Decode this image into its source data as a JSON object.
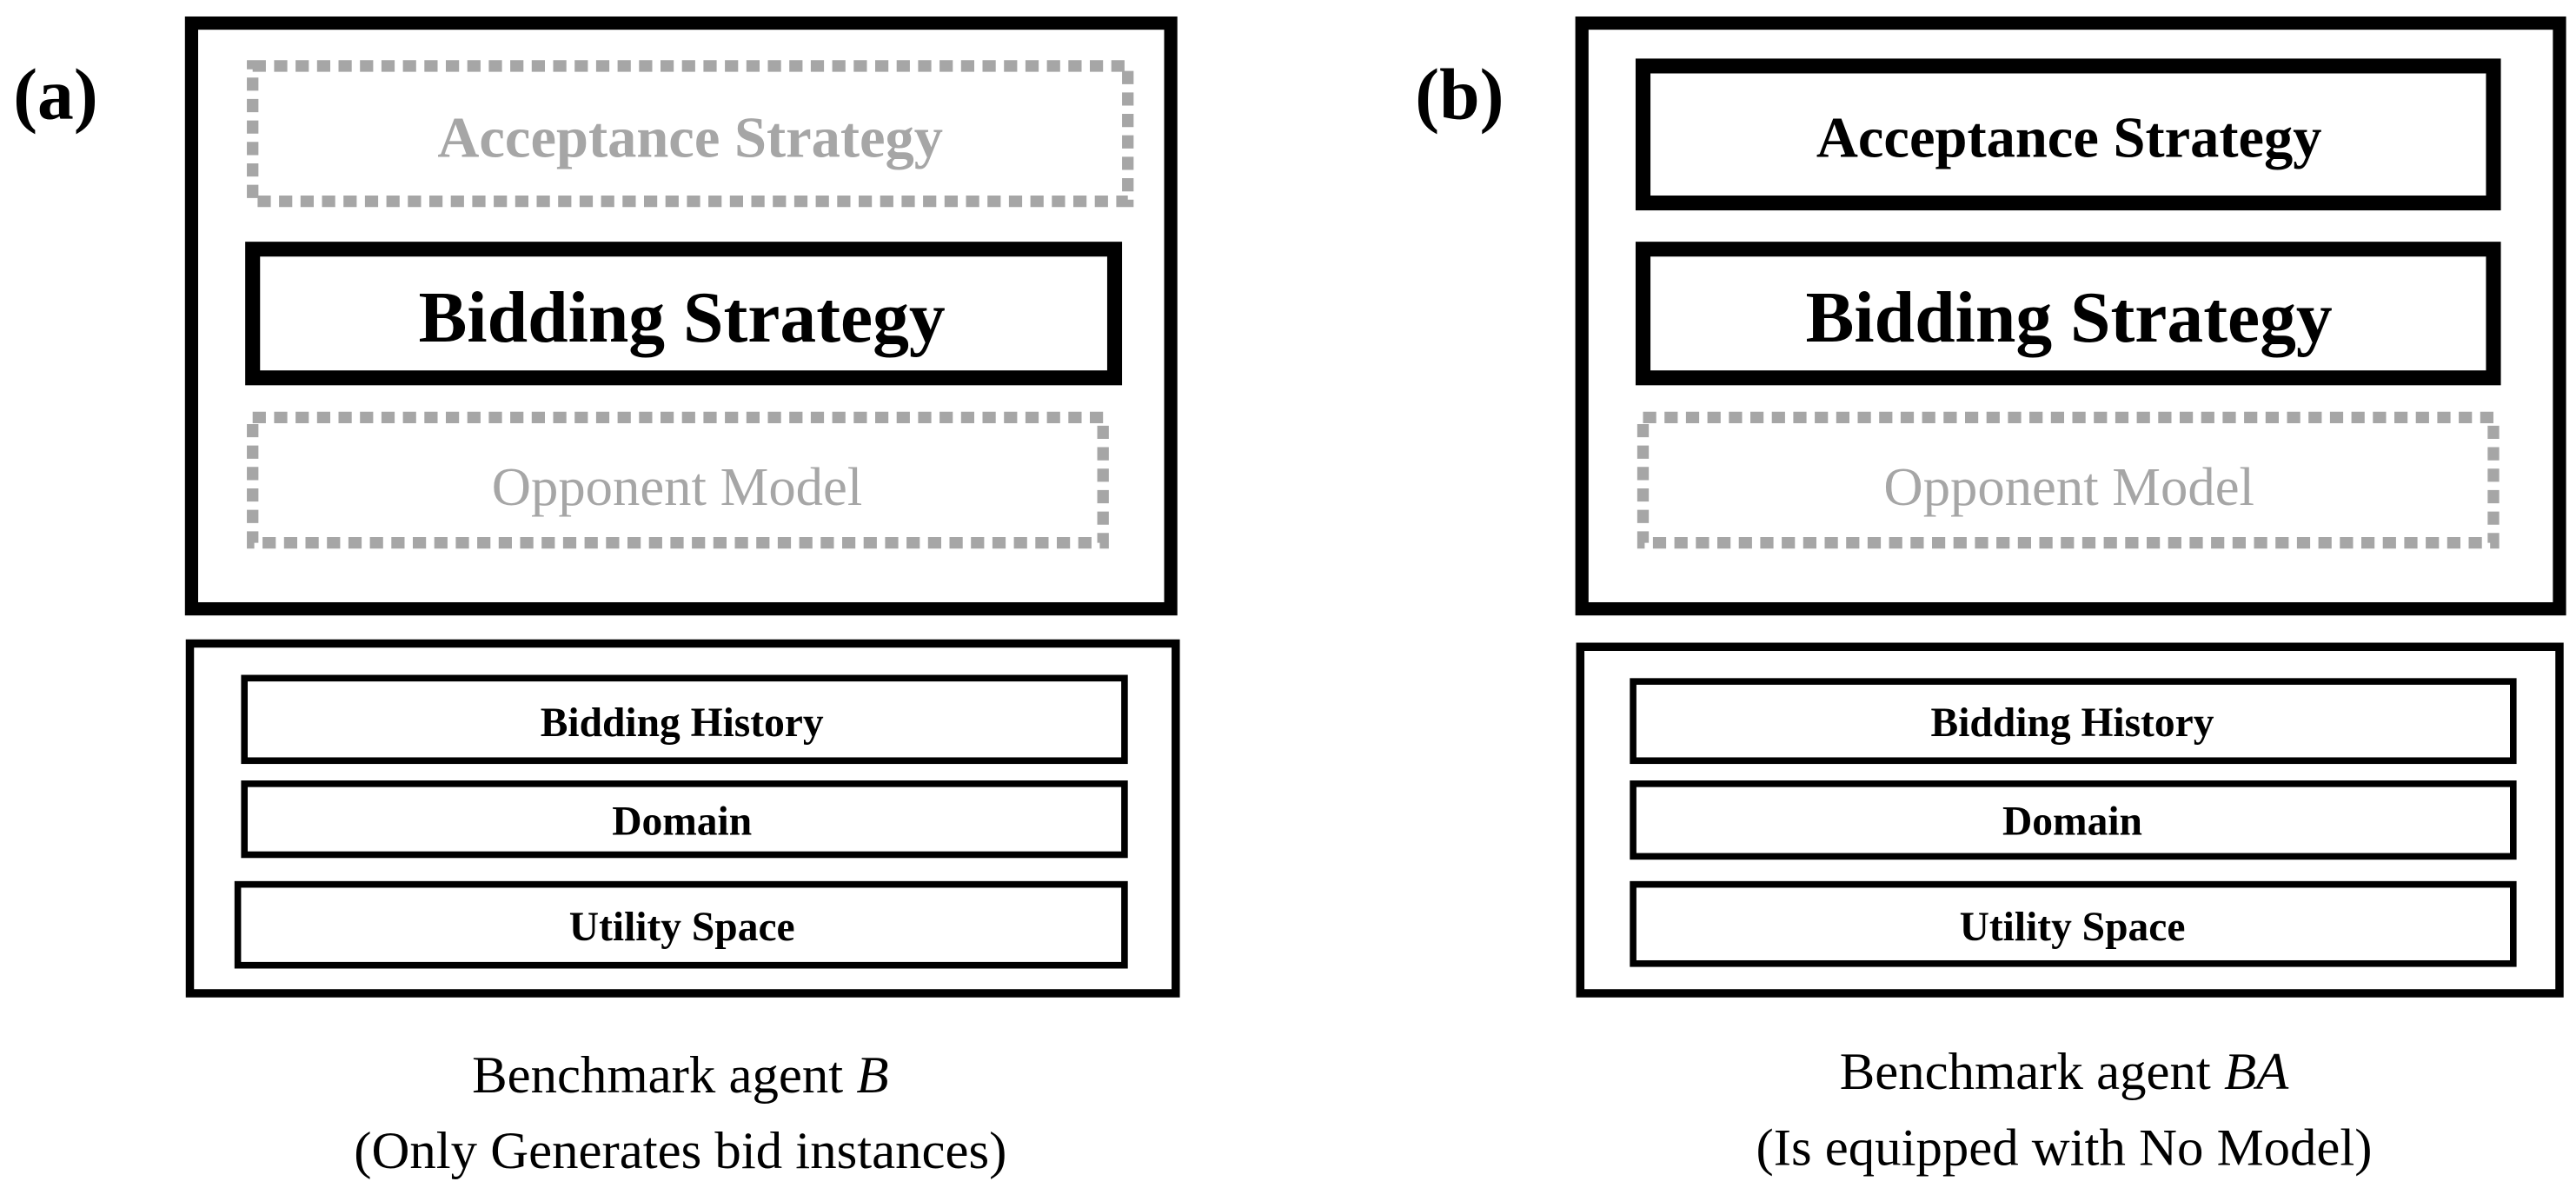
{
  "colors": {
    "solid": "#000000",
    "disabled": "#a6a6a6"
  },
  "panels": [
    {
      "label": "(a)",
      "agent_modules": {
        "acceptance_strategy": {
          "text": "Acceptance Strategy",
          "state": "disabled"
        },
        "bidding_strategy": {
          "text": "Bidding Strategy",
          "state": "active"
        },
        "opponent_model": {
          "text": "Opponent Model",
          "state": "disabled"
        }
      },
      "knowledge": [
        "Bidding History",
        "Domain",
        "Utility Space"
      ],
      "caption_line1": "Benchmark agent ",
      "caption_agent": "B",
      "caption_line2": "(Only Generates bid instances)"
    },
    {
      "label": "(b)",
      "agent_modules": {
        "acceptance_strategy": {
          "text": "Acceptance Strategy",
          "state": "active"
        },
        "bidding_strategy": {
          "text": "Bidding Strategy",
          "state": "active"
        },
        "opponent_model": {
          "text": "Opponent Model",
          "state": "disabled"
        }
      },
      "knowledge": [
        "Bidding History",
        "Domain",
        "Utility Space"
      ],
      "caption_line1": "Benchmark agent ",
      "caption_agent": "BA",
      "caption_line2": "(Is equipped with No Model)"
    }
  ]
}
